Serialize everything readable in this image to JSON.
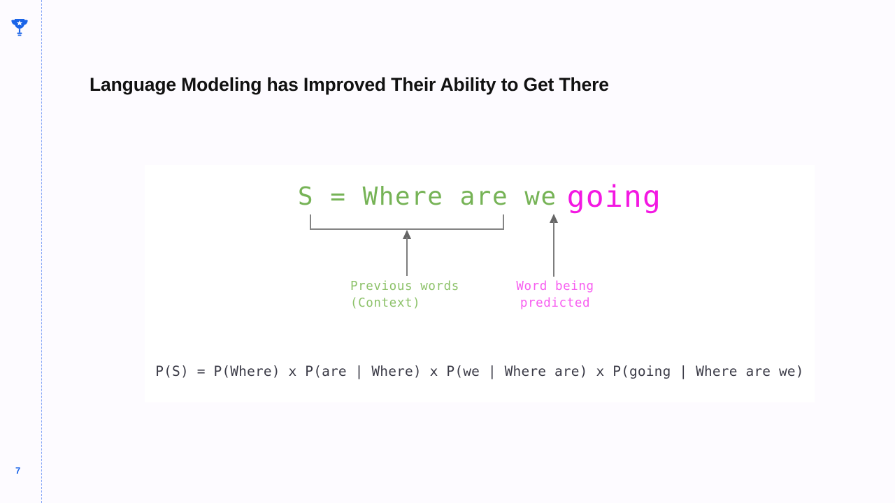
{
  "slide": {
    "title": "Language Modeling has Improved Their Ability to Get There",
    "page_number": "7",
    "background_color": "#fdfbff",
    "panel_color": "#ffffff"
  },
  "rail": {
    "logo_icon": "trophy-icon",
    "logo_color": "#1a64e8",
    "divider_style": "dash-dot-vertical",
    "divider_color": "#5b87f5"
  },
  "figure": {
    "sentence": {
      "prefix": "S = ",
      "context_words": "Where are we",
      "context_text": "S = Where are we",
      "target_word": "going",
      "context_color": "#76b356",
      "target_color": "#f318e2"
    },
    "annotations": {
      "context_label_line1": "Previous words",
      "context_label_line2": "(Context)",
      "context_label": "Previous words\n(Context)",
      "context_label_color": "#8dc26a",
      "target_label_line1": "Word being",
      "target_label_line2": "predicted",
      "target_label": "Word being\npredicted",
      "target_label_color": "#f75df0",
      "bracket_color": "#848484",
      "arrow_color": "#7d7d7d"
    },
    "formula": {
      "text": "P(S) = P(Where) x P(are | Where) x P(we | Where are) x P(going | Where are we)",
      "color": "#3b3b47"
    }
  }
}
